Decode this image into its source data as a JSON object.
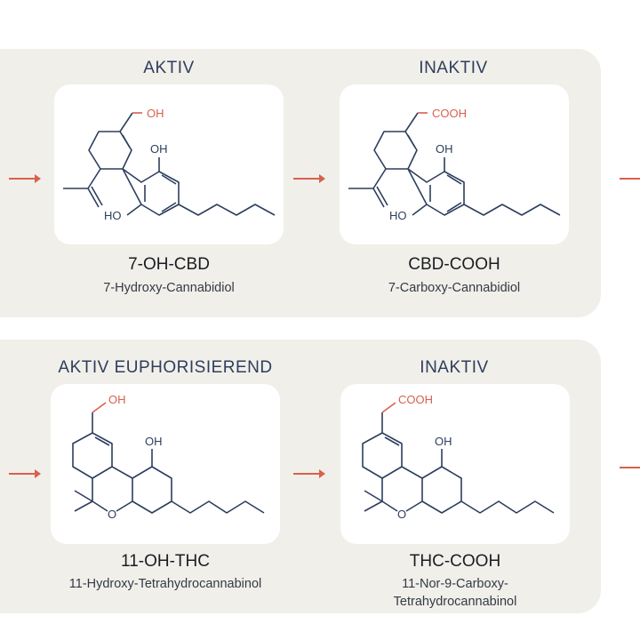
{
  "colors": {
    "accent": "#d9604f",
    "navy": "#2d3e5e",
    "panel": "#f1efe9"
  },
  "rows": [
    {
      "cards": [
        {
          "status": "AKTIV",
          "name": "7-OH-CBD",
          "subtitle": "7-Hydroxy-Cannabidiol",
          "group": "OH",
          "oh": "OH",
          "ho": "HO"
        },
        {
          "status": "INAKTIV",
          "name": "CBD-COOH",
          "subtitle": "7-Carboxy-Cannabidiol",
          "group": "COOH",
          "oh": "OH",
          "ho": "HO"
        }
      ]
    },
    {
      "cards": [
        {
          "status": "AKTIV EUPHORISIEREND",
          "name": "11-OH-THC",
          "subtitle": "11-Hydroxy-Tetrahydrocannabinol",
          "group": "OH",
          "oh": "OH",
          "o": "O"
        },
        {
          "status": "INAKTIV",
          "name": "THC-COOH",
          "subtitle_line1": "11-Nor-9-Carboxy-",
          "subtitle_line2": "Tetrahydrocannabinol",
          "group": "COOH",
          "oh": "OH",
          "o": "O"
        }
      ]
    }
  ]
}
